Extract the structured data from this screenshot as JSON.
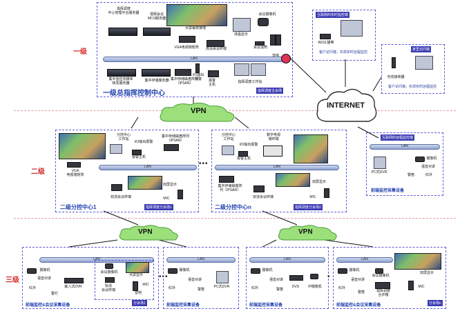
{
  "levels": {
    "level1": "一级",
    "level2": "二级",
    "level3": "三级"
  },
  "top": {
    "labels": {
      "platform_server": "指挥调度\n中心管理平台服务器",
      "mcu_server": "视频会议\nMCU服务器",
      "big_screen": "大屏幕拼接墙",
      "vga_matrix": "VGA电视墙矩阵",
      "hd_terminal": "高清会议终端",
      "lcd": "液晶显示",
      "camera": "会议摄像机",
      "mic_speaker": "会议话筒",
      "speaker": "音响",
      "stream_server": "集中监控流媒体\n转发服务器",
      "storage_server": "集中存储服务器",
      "ipsan": "集中存储磁盘阵列\n（IPSAN）",
      "io_alarm": "I/O输出\n报警",
      "alarm_host": "报警\n主机",
      "dispatch_ws": "指挥调度工作站",
      "lan": "LAN"
    },
    "title": "一级总指挥控制中心",
    "tag": "指挥调度主会场"
  },
  "internet": {
    "label": "INTERNET",
    "remote_title": "互联网的实时监控端",
    "adsl": "ADSL猫等",
    "client_note": "客户访问端，实现实时远程监控",
    "family_title": "家里访问端",
    "wireless": "无线接收器",
    "family_note": "客户访问端，实现实时远程监控"
  },
  "vpn": {
    "top": "VPN",
    "left": "VPN",
    "right": "VPN"
  },
  "sub1": {
    "title": "二级分控中心1",
    "tag": "指挥调度分会场1",
    "vga": "VGA\n电视墙矩阵",
    "ws": "分控中心\n工作站",
    "io": "I/O输出报警",
    "ipsan": "集中存储磁盘阵列\n（IPSAN）",
    "alarm": "报警主机",
    "screen": "双屏显示",
    "hd": "双流会议终端",
    "mic": "MIC",
    "lan": "LAN"
  },
  "sub2": {
    "title": "二级分控中心n",
    "tag": "指挥调度分会场2",
    "ws": "分控中心\n工作站",
    "io": "I/O输出报警",
    "decoder": "数字电视\n墙终端",
    "alarm": "报警主机",
    "ipsan": "集中存储磁盘阵\n列（IPSAN）",
    "screen": "双屏显示",
    "hd": "双流会议终端",
    "mic": "MIC",
    "lan": "LAN"
  },
  "remote_right": {
    "title": "互联网的远程监控端",
    "lan": "LAN",
    "cam": "摄像机",
    "pcdvr": "PC式DVR",
    "talk": "语音对讲",
    "alarm": "警笛",
    "ir": "红外",
    "footer": "前端监控采集设备"
  },
  "front": {
    "g1": {
      "lan": "LAN",
      "cam": "摄像机",
      "talk": "语音对讲",
      "ir": "红外",
      "alarm": "警灯",
      "dvr": "嵌入式DVR",
      "cam2": "会议摄像机",
      "screen": "大屏显示",
      "hd": "标清\n会议终端",
      "mic": "MIC",
      "speaker": "音响",
      "tag": "分会场1",
      "footer": "前端监控&会议采集设备"
    },
    "g2": {
      "lan": "LAN",
      "cam": "摄像机",
      "talk": "语音对讲",
      "ir": "红外",
      "alarm": "警笛",
      "pcdvr": "PC式DVR",
      "footer": "前端监控采集设备"
    },
    "g3": {
      "lan": "LAN",
      "cam": "摄像机",
      "talk": "语音对讲",
      "ir": "红外",
      "alarm": "警笛",
      "dvs": "DVS",
      "ipcam": "IP摄像机",
      "footer": "前端监控采集设备"
    },
    "g4": {
      "lan": "LAN",
      "cam": "摄像机",
      "talk": "语音对讲",
      "ir": "红外",
      "alarm": "警笛",
      "cam2": "会议摄像机",
      "combo": "指挥调度\n合并箱",
      "screen": "双屏显示",
      "mic": "MIC",
      "tag": "分会场n",
      "footer": "前端监控&会议采集设备"
    }
  },
  "colors": {
    "dashed": "#5b5bd6",
    "title": "#1f3fae",
    "red": "#d42a2a",
    "vpn": "#9be07a"
  }
}
